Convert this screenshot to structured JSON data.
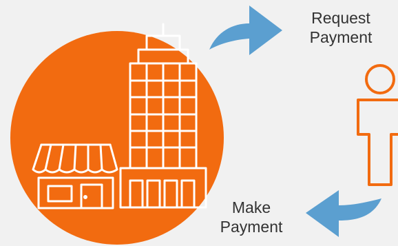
{
  "labels": {
    "request": [
      "Request",
      "Payment"
    ],
    "make": [
      "Make",
      "Payment"
    ]
  },
  "colors": {
    "background": "#f1f1f1",
    "circle": "#f26b10",
    "building_stroke": "#ffffff",
    "person_stroke": "#f26b10",
    "arrow": "#5b9fd0",
    "text": "#333333"
  },
  "icons": {
    "business": "storefront-and-office-tower-icon",
    "customer": "person-icon",
    "request_arrow": "curved-arrow-right-icon",
    "payment_arrow": "curved-arrow-left-icon"
  }
}
